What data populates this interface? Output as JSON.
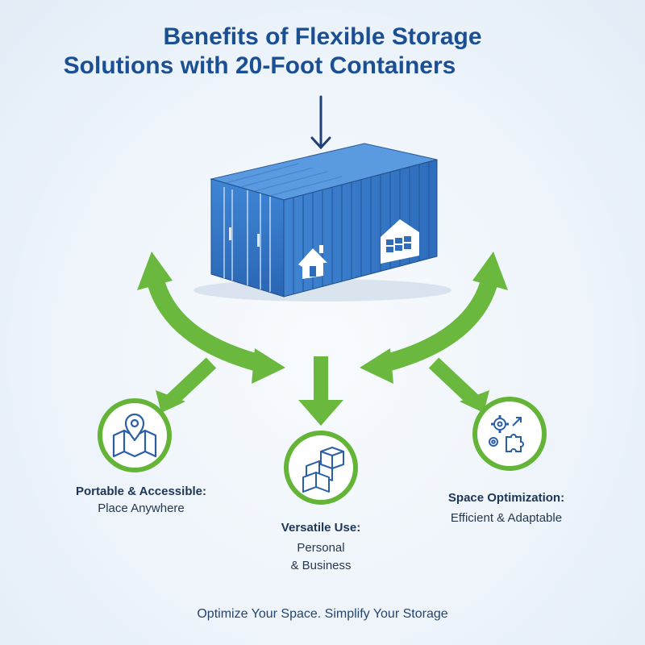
{
  "title_line1": "Benefits of Flexible Storage",
  "title_line2": "Solutions with 20-Foot Containers",
  "colors": {
    "title": "#1a4f93",
    "arrow_navy": "#1e3f78",
    "arrow_green": "#6ab83e",
    "circle_green": "#63b437",
    "icon_blue": "#2a5fa8",
    "container_blue": "#3f7fcb"
  },
  "container": {
    "icons": [
      "house-icon",
      "warehouse-icon"
    ]
  },
  "benefits": [
    {
      "heading": "Portable & Accessible:",
      "text": "Place Anywhere",
      "icon": "map-pin-icon"
    },
    {
      "heading": "Versatile Use:",
      "text_line1": "Personal",
      "text_line2": "& Business",
      "icon": "boxes-icon"
    },
    {
      "heading": "Space Optimization:",
      "text": "Efficient & Adaptable",
      "icon": "gears-puzzle-icon"
    }
  ],
  "tagline": "Optimize Your Space. Simplify Your Storage"
}
